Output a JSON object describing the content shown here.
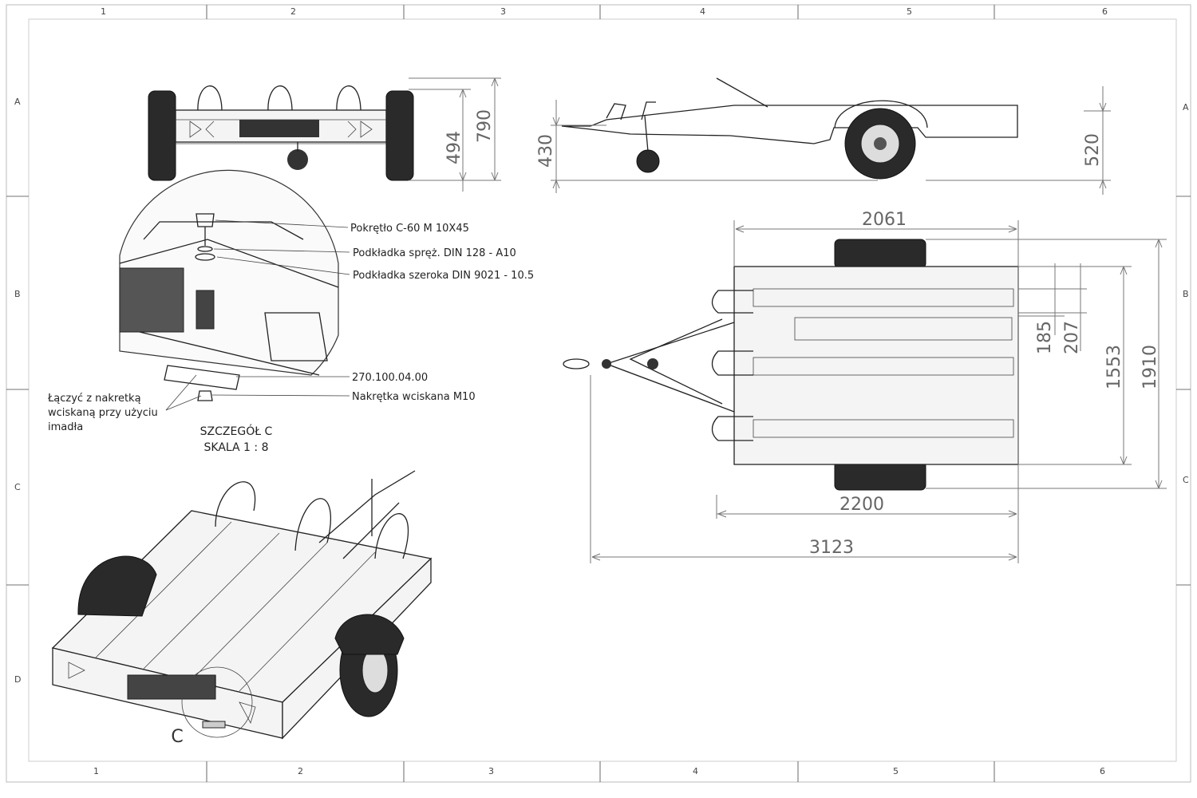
{
  "border": {
    "columns": [
      "1",
      "2",
      "3",
      "4",
      "5",
      "6"
    ],
    "rows": [
      "A",
      "B",
      "C",
      "D"
    ]
  },
  "detail_callouts": {
    "knob": "Pokrętło C-60 M 10X45",
    "spring_washer": "Podkładka spręż. DIN 128 - A10",
    "wide_washer": "Podkładka szeroka DIN 9021 - 10.5",
    "part_number": "270.100.04.00",
    "press_nut": "Nakrętka wciskana M10",
    "note_line1": "Łączyć z nakretką",
    "note_line2": "wciskaną przy użyciu",
    "note_line3": "imadła"
  },
  "detail_caption": {
    "title": "SZCZEGÓŁ C",
    "scale": "SKALA 1 : 8",
    "marker": "C"
  },
  "dimensions": {
    "front_total_height": "790",
    "front_frame_height": "494",
    "side_drawbar_height": "430",
    "side_frame_height": "520",
    "top_bed_length": "2061",
    "top_axle_track": "2200",
    "top_overall_length": "3123",
    "top_overall_width": "1910",
    "top_bed_width": "1553",
    "top_rail_spacing_1": "185",
    "top_rail_spacing_2": "207"
  }
}
